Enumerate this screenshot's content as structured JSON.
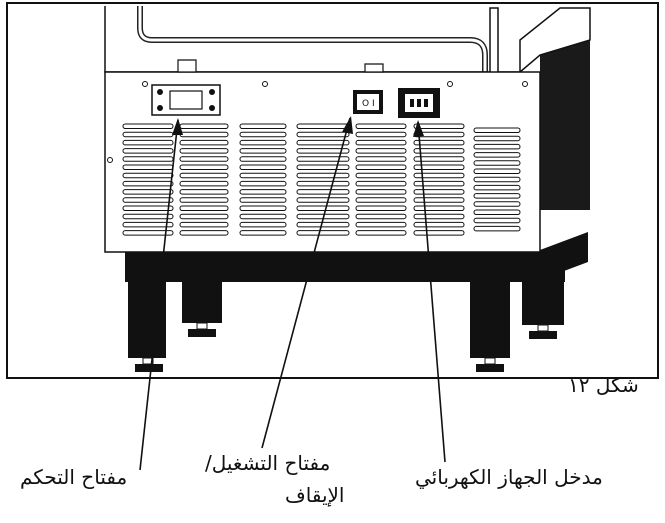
{
  "figure": {
    "caption": "شكل ١٢",
    "labels": {
      "control_switch": "مفتاح التحكم",
      "power_switch_line1": "مفتاح التشغيل/",
      "power_switch_line2": "الإيقاف",
      "power_inlet": "مدخل الجهاز الكهربائي"
    },
    "switch_marks": {
      "off": "O",
      "on": "I"
    }
  }
}
